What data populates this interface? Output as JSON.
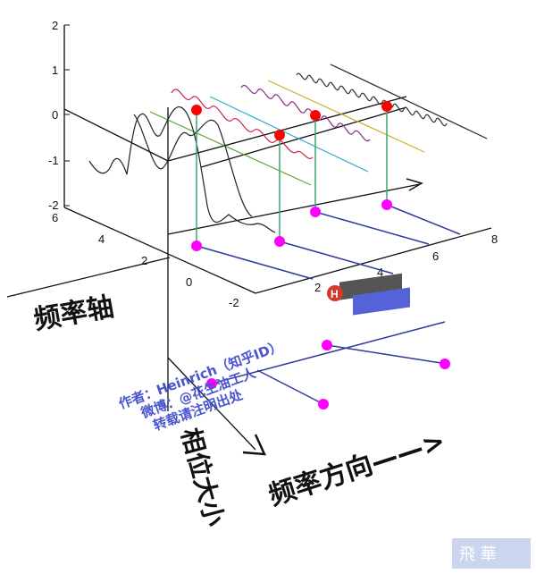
{
  "diagram": {
    "z_ticks": [
      "2",
      "1",
      "0",
      "-1",
      "-2"
    ],
    "depth_ticks_left": [
      "6",
      "4",
      "2",
      "0",
      "-2"
    ],
    "front_ticks": [
      "2",
      "4",
      "6",
      "8"
    ],
    "labels": {
      "freq_axis_left": "频率轴",
      "phase_size": "相位大小",
      "freq_direction": "频率方向——>"
    },
    "watermark": {
      "author": "作者：Heinrich（知乎ID）",
      "weibo": "微博：@花生油工人",
      "repost": "转载请注明出处",
      "corner_seal": "飛 華"
    },
    "colors": {
      "peak": "#ff0000",
      "phase_dot": "#ff00ff",
      "stem": "#3aa86a",
      "spectrum_line": "#2e3a9c",
      "axis": "#111111",
      "wave_black": "#222222",
      "wave_red": "#cc2244",
      "wave_purple": "#8a2a8a",
      "line_green": "#5aa83a",
      "line_cyan": "#33aacc",
      "line_yellow": "#c8b020"
    }
  }
}
